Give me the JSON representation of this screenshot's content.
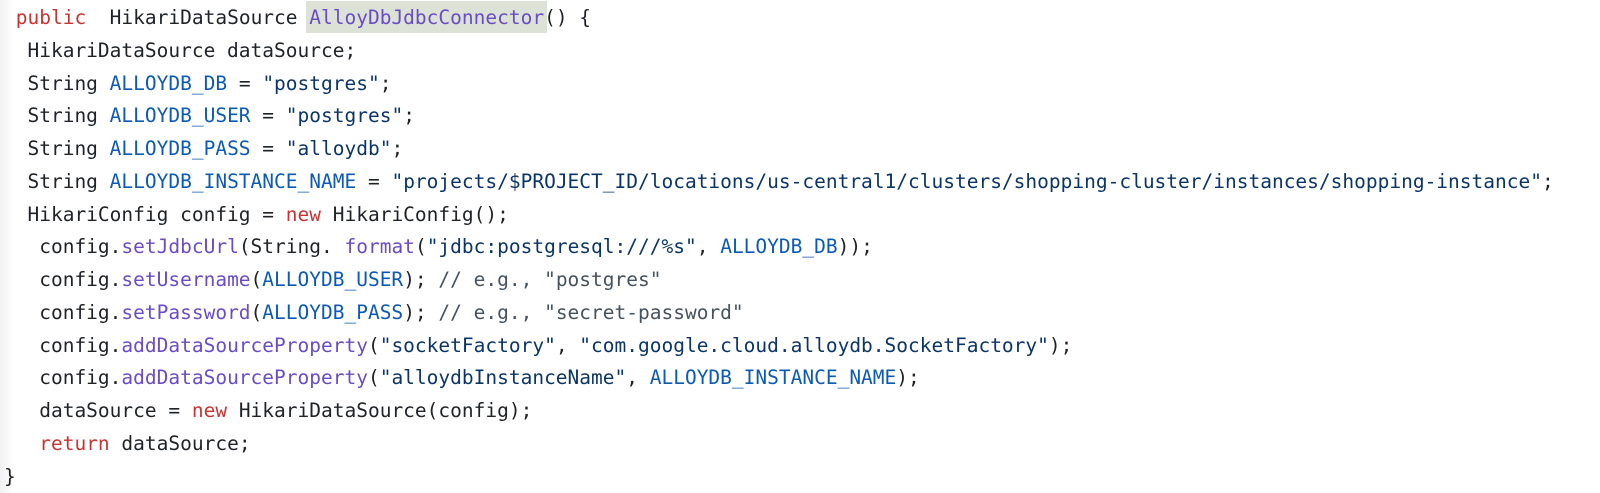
{
  "background": "#ffffff",
  "palette": {
    "background": "#ffffff",
    "default": "#1f2328",
    "keyword": "#c63531",
    "string": "#0b3566",
    "function": "#6a4cc4",
    "constant": "#0d5ab5",
    "comment": "#46525e",
    "highlight_bg": "#dde2d6"
  },
  "code": {
    "language": "java",
    "highlighted_text": "AlloyDbJdbcConnector",
    "lines": [
      {
        "tokens": [
          [
            "plain",
            " "
          ],
          [
            "kw",
            "public"
          ],
          [
            "plain",
            "  HikariDataSource "
          ],
          [
            "hl",
            "AlloyDbJdbcConnector"
          ],
          [
            "plain",
            "() {"
          ]
        ]
      },
      {
        "tokens": [
          [
            "plain",
            "  HikariDataSource dataSource;"
          ]
        ]
      },
      {
        "tokens": [
          [
            "plain",
            "  String "
          ],
          [
            "var",
            "ALLOYDB_DB"
          ],
          [
            "plain",
            " = "
          ],
          [
            "str",
            "\"postgres\""
          ],
          [
            "plain",
            ";"
          ]
        ]
      },
      {
        "tokens": [
          [
            "plain",
            "  String "
          ],
          [
            "var",
            "ALLOYDB_USER"
          ],
          [
            "plain",
            " = "
          ],
          [
            "str",
            "\"postgres\""
          ],
          [
            "plain",
            ";"
          ]
        ]
      },
      {
        "tokens": [
          [
            "plain",
            "  String "
          ],
          [
            "var",
            "ALLOYDB_PASS"
          ],
          [
            "plain",
            " = "
          ],
          [
            "str",
            "\"alloydb\""
          ],
          [
            "plain",
            ";"
          ]
        ]
      },
      {
        "tokens": [
          [
            "plain",
            "  String "
          ],
          [
            "var",
            "ALLOYDB_INSTANCE_NAME"
          ],
          [
            "plain",
            " = "
          ],
          [
            "str",
            "\"projects/$PROJECT_ID/locations/us-central1/clusters/shopping-cluster/instances/shopping-instance\""
          ],
          [
            "plain",
            ";"
          ]
        ]
      },
      {
        "tokens": [
          [
            "plain",
            "  HikariConfig config = "
          ],
          [
            "kw",
            "new"
          ],
          [
            "plain",
            " HikariConfig();"
          ]
        ]
      },
      {
        "tokens": [
          [
            "plain",
            "   config."
          ],
          [
            "fn",
            "setJdbcUrl"
          ],
          [
            "plain",
            "(String. "
          ],
          [
            "fn",
            "format"
          ],
          [
            "plain",
            "("
          ],
          [
            "str",
            "\"jdbc:postgresql:///%s\""
          ],
          [
            "plain",
            ", "
          ],
          [
            "var",
            "ALLOYDB_DB"
          ],
          [
            "plain",
            "));"
          ]
        ]
      },
      {
        "tokens": [
          [
            "plain",
            "   config."
          ],
          [
            "fn",
            "setUsername"
          ],
          [
            "plain",
            "("
          ],
          [
            "var",
            "ALLOYDB_USER"
          ],
          [
            "plain",
            "); "
          ],
          [
            "cmt",
            "// e.g., \"postgres\""
          ]
        ]
      },
      {
        "tokens": [
          [
            "plain",
            "   config."
          ],
          [
            "fn",
            "setPassword"
          ],
          [
            "plain",
            "("
          ],
          [
            "var",
            "ALLOYDB_PASS"
          ],
          [
            "plain",
            "); "
          ],
          [
            "cmt",
            "// e.g., \"secret-password\""
          ]
        ]
      },
      {
        "tokens": [
          [
            "plain",
            "   config."
          ],
          [
            "fn",
            "addDataSourceProperty"
          ],
          [
            "plain",
            "("
          ],
          [
            "str",
            "\"socketFactory\""
          ],
          [
            "plain",
            ", "
          ],
          [
            "str",
            "\"com.google.cloud.alloydb.SocketFactory\""
          ],
          [
            "plain",
            ");"
          ]
        ]
      },
      {
        "tokens": [
          [
            "plain",
            "   config."
          ],
          [
            "fn",
            "addDataSourceProperty"
          ],
          [
            "plain",
            "("
          ],
          [
            "str",
            "\"alloydbInstanceName\""
          ],
          [
            "plain",
            ", "
          ],
          [
            "var",
            "ALLOYDB_INSTANCE_NAME"
          ],
          [
            "plain",
            ");"
          ]
        ]
      },
      {
        "tokens": [
          [
            "plain",
            "   dataSource = "
          ],
          [
            "kw",
            "new"
          ],
          [
            "plain",
            " HikariDataSource(config);"
          ]
        ]
      },
      {
        "tokens": [
          [
            "plain",
            "   "
          ],
          [
            "kw",
            "return"
          ],
          [
            "plain",
            " dataSource;"
          ]
        ]
      },
      {
        "tokens": [
          [
            "plain",
            "}"
          ]
        ]
      }
    ]
  }
}
